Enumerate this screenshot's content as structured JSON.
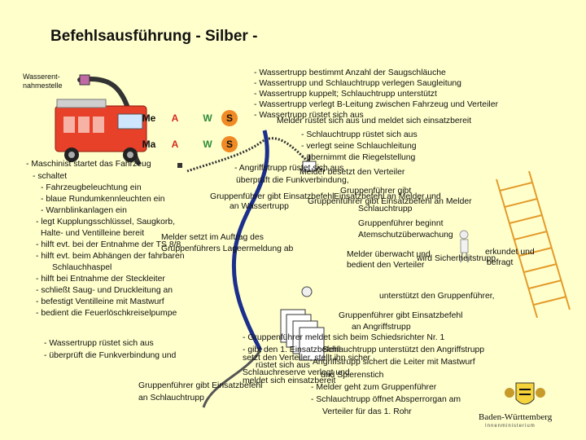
{
  "title": "Befehlsausführung - Silber -",
  "labels": {
    "water_source_line1": "Wasserent-",
    "water_source_line2": "nahmestelle",
    "crew_top": [
      "Me",
      "A",
      "W",
      "S"
    ],
    "crew_bottom": [
      "Ma",
      "A",
      "W",
      "S"
    ]
  },
  "right_top": [
    "- Wassertrupp bestimmt Anzahl der Saugschläuche",
    "- Wassertrupp und Schlauchtrupp verlegen Saugleitung",
    "- Wassertrupp kuppelt; Schlauchtrupp unterstützt",
    "- Wassertrupp verlegt B-Leitung zwischen Fahrzeug und Verteiler",
    "- Wassertrupp rüstet sich aus",
    "Melder rüstet sich aus und meldet sich einsatzbereit"
  ],
  "schlauchtrupp_block": [
    "- Schlauchtrupp rüstet sich aus",
    "- verlegt seine Schlauchleitung",
    "- übernimmt die Riegelstellung"
  ],
  "middle_block": [
    "- Angriffstrupp rüstet sich aus",
    "Melder besetzt den Verteiler",
    "überprüft die Funkverbindung,",
    "Gruppenführer gibt",
    "Gruppenführer gibt Einsatzbefehl",
    "Einsatzbefehl an Melder und",
    "Gruppenführer gibt Einsatzbefehl an Melder",
    "an Wassertrupp",
    "Schlauchtrupp",
    "Gruppenführer beginnt",
    "Atemschutzüberwachung"
  ],
  "maschinist": [
    "- Maschinist startet das Fahrzeug",
    "- schaltet",
    "- Fahrzeugbeleuchtung ein",
    "- blaue Rundumkennleuchten ein",
    "- Warnblinkanlagen ein",
    "- legt Kupplungsschlüssel, Saugkorb,",
    "Halte- und Ventilleine bereit",
    "- hilft evt. bei der Entnahme der TS 8/8",
    "- hilft evt. beim Abhängen der fahrbaren",
    "Schlauchhaspel",
    "- hilft bei Entnahme der Steckleiter",
    "- schließt Saug- und Druckleitung an",
    "- befestigt Ventilleine mit Mastwurf",
    "- bedient die Feuerlöschkreiselpumpe"
  ],
  "melder_middle": [
    "Melder setzt im Auftrag des",
    "Gruppenführers Lageermeldung ab"
  ],
  "right_mid": [
    "Melder überwacht und",
    "bedient den Verteiler",
    "erkundet und",
    "wird Sicherheitstrupp",
    "befragt",
    "unterstützt den Gruppenführer,",
    "Gruppenführer gibt Einsatzbefehl",
    "an Angriffstrupp"
  ],
  "bottom_left": [
    "- Wassertrupp rüstet sich aus",
    "- überprüft die Funkverbindung und",
    "Gruppenführer gibt Einsatzbefehl",
    "an Schlauchtrupp"
  ],
  "bottom_mid": [
    "- Gruppenführer meldet sich beim Schiedsrichter Nr. 1",
    "- gibt den 1. Einsatzbefehl",
    "Schlauchtrupp unterstützt den Angriffstrupp",
    "setzt den Verteiler, stellt ihn sicher",
    "rüstet sich aus",
    "Angriffstrupp sichert die Leiter mit Mastwurf",
    "Schlauchreserve verlegt und",
    "und Spierenstich",
    "meldet sich einsatzbereit",
    "- Melder geht zum Gruppenführer",
    "- Schlauchtrupp öffnet Absperrorgan am",
    "Verteiler für das 1. Rohr"
  ],
  "logo": {
    "text": "Baden-Württemberg",
    "sub": "Innenministerium"
  },
  "colors": {
    "background": "#ffffcc",
    "truck": "#e8412a",
    "hose": "#333333",
    "crew_red": "#d42a1a",
    "crew_green": "#2e8b3a",
    "badge_orange": "#f08a24"
  }
}
